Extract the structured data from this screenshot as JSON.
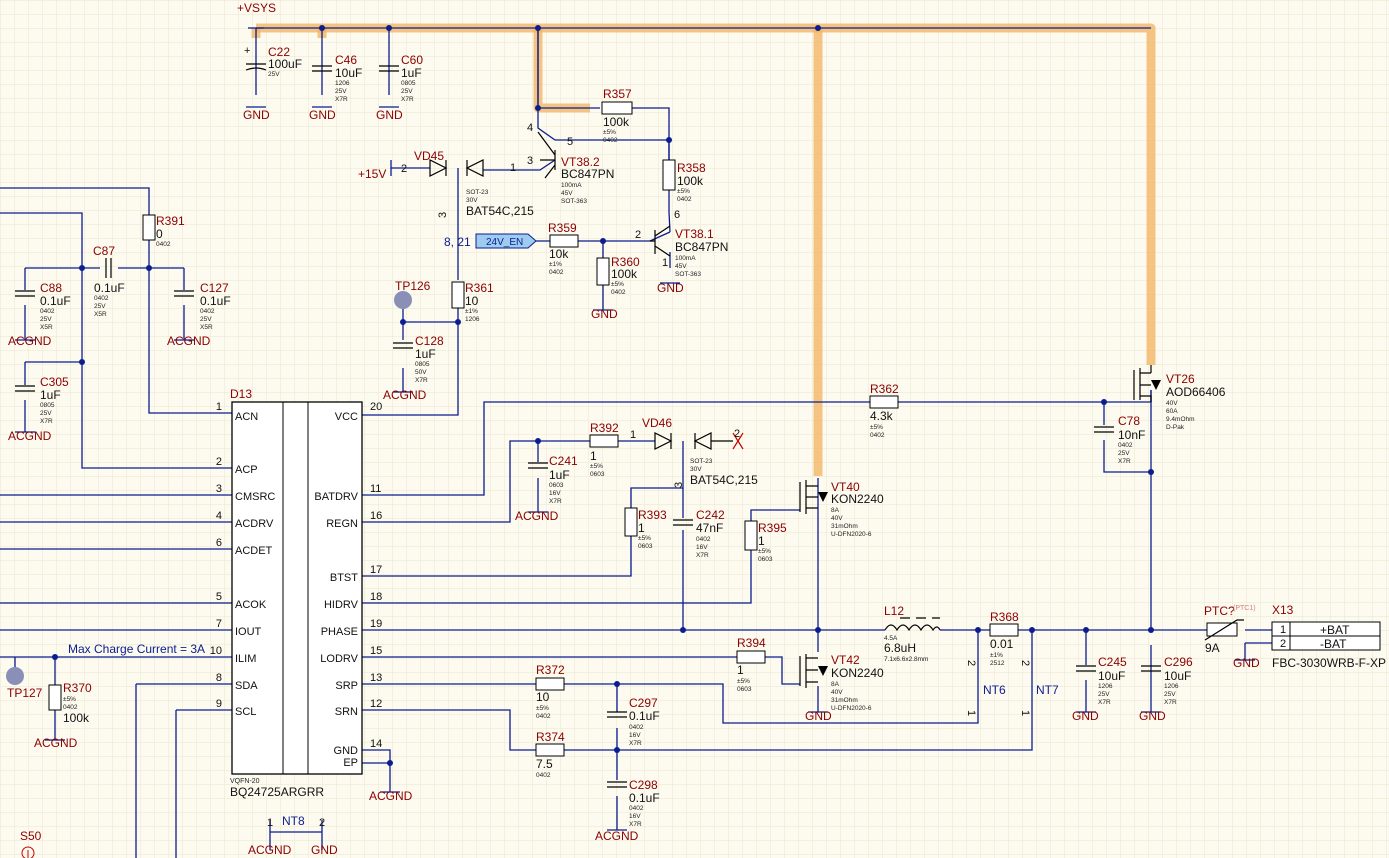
{
  "ic": {
    "designator": "D13",
    "part": "BQ24725ARGRR",
    "package": "VQFN-20",
    "pins_left": [
      {
        "num": "1",
        "name": "ACN"
      },
      {
        "num": "2",
        "name": "ACP"
      },
      {
        "num": "3",
        "name": "CMSRC"
      },
      {
        "num": "4",
        "name": "ACDRV"
      },
      {
        "num": "6",
        "name": "ACDET"
      },
      {
        "num": "5",
        "name": "ACOK"
      },
      {
        "num": "7",
        "name": "IOUT"
      },
      {
        "num": "10",
        "name": "ILIM"
      },
      {
        "num": "8",
        "name": "SDA"
      },
      {
        "num": "9",
        "name": "SCL"
      }
    ],
    "pins_right": [
      {
        "num": "20",
        "name": "VCC"
      },
      {
        "num": "11",
        "name": "BATDRV"
      },
      {
        "num": "16",
        "name": "REGN"
      },
      {
        "num": "17",
        "name": "BTST"
      },
      {
        "num": "18",
        "name": "HIDRV"
      },
      {
        "num": "19",
        "name": "PHASE"
      },
      {
        "num": "15",
        "name": "LODRV"
      },
      {
        "num": "13",
        "name": "SRP"
      },
      {
        "num": "12",
        "name": "SRN"
      },
      {
        "num": "14",
        "name": "GND"
      }
    ],
    "ep_label": "EP"
  },
  "power_labels": {
    "vsys": "+VSYS",
    "v15": "+15V",
    "gnd": "GND",
    "acgnd": "ACGND"
  },
  "net_labels": {
    "en24": "24V_EN",
    "en24_ref": "8, 21",
    "max_charge": "Max Charge Current = 3A",
    "nt6": "NT6",
    "nt7": "NT7",
    "nt8": "NT8"
  },
  "components": {
    "C22": {
      "name": "C22",
      "value": "100uF",
      "specs": [
        "25V"
      ]
    },
    "C46": {
      "name": "C46",
      "value": "10uF",
      "specs": [
        "1206",
        "25V",
        "X7R"
      ]
    },
    "C60": {
      "name": "C60",
      "value": "1uF",
      "specs": [
        "0805",
        "25V",
        "X7R"
      ]
    },
    "R357": {
      "name": "R357",
      "value": "100k",
      "specs": [
        "±5%",
        "0402"
      ]
    },
    "VT38_2": {
      "name": "VT38.2",
      "value": "BC847PN",
      "specs": [
        "100mA",
        "45V",
        "SOT-363"
      ]
    },
    "R358": {
      "name": "R358",
      "value": "100k",
      "specs": [
        "±5%",
        "0402"
      ]
    },
    "VD45": {
      "name": "VD45",
      "value": "BAT54C,215",
      "specs": [
        "SOT-23",
        "30V"
      ]
    },
    "R359": {
      "name": "R359",
      "value": "10k",
      "specs": [
        "±1%",
        "0402"
      ]
    },
    "R360": {
      "name": "R360",
      "value": "100k",
      "specs": [
        "±5%",
        "0402"
      ]
    },
    "VT38_1": {
      "name": "VT38.1",
      "value": "BC847PN",
      "specs": [
        "100mA",
        "45V",
        "SOT-363"
      ]
    },
    "R391": {
      "name": "R391",
      "value": "0",
      "specs": [
        "0402"
      ]
    },
    "C87": {
      "name": "C87",
      "value": "0.1uF",
      "specs": [
        "0402",
        "25V",
        "X5R"
      ]
    },
    "C88": {
      "name": "C88",
      "value": "0.1uF",
      "specs": [
        "0402",
        "25V",
        "X5R"
      ]
    },
    "C127": {
      "name": "C127",
      "value": "0.1uF",
      "specs": [
        "0402",
        "25V",
        "X5R"
      ]
    },
    "C305": {
      "name": "C305",
      "value": "1uF",
      "specs": [
        "0805",
        "25V",
        "X7R"
      ]
    },
    "TP126": {
      "name": "TP126"
    },
    "R361": {
      "name": "R361",
      "value": "10",
      "specs": [
        "±1%",
        "1206"
      ]
    },
    "C128": {
      "name": "C128",
      "value": "1uF",
      "specs": [
        "0805",
        "50V",
        "X7R"
      ]
    },
    "R362": {
      "name": "R362",
      "value": "4.3k",
      "specs": [
        "±5%",
        "0402"
      ]
    },
    "VT26": {
      "name": "VT26",
      "value": "AOD66406",
      "specs": [
        "40V",
        "60A",
        "9.4mOhm",
        "D-Pak"
      ]
    },
    "C78": {
      "name": "C78",
      "value": "10nF",
      "specs": [
        "0402",
        "25V",
        "X7R"
      ]
    },
    "R392": {
      "name": "R392",
      "value": "1",
      "specs": [
        "±5%",
        "0603"
      ]
    },
    "VD46": {
      "name": "VD46",
      "value": "BAT54C,215",
      "specs": [
        "SOT-23",
        "30V"
      ]
    },
    "C241": {
      "name": "C241",
      "value": "1uF",
      "specs": [
        "0603",
        "16V",
        "X7R"
      ]
    },
    "R393": {
      "name": "R393",
      "value": "1",
      "specs": [
        "±5%",
        "0603"
      ]
    },
    "C242": {
      "name": "C242",
      "value": "47nF",
      "specs": [
        "0402",
        "16V",
        "X7R"
      ]
    },
    "R395": {
      "name": "R395",
      "value": "1",
      "specs": [
        "±5%",
        "0603"
      ]
    },
    "VT40": {
      "name": "VT40",
      "value": "KON2240",
      "specs": [
        "8A",
        "40V",
        "31mOhm",
        "U-DFN2020-6"
      ]
    },
    "L12": {
      "name": "L12",
      "value": "6.8uH",
      "specs": [
        "4.5A",
        "7.1x6.6x2.8mm"
      ]
    },
    "R368": {
      "name": "R368",
      "value": "0.01",
      "specs": [
        "±1%",
        "2512"
      ]
    },
    "PTC": {
      "name": "PTC?",
      "ref": "(PTC1)",
      "value": "9A"
    },
    "X13": {
      "name": "X13",
      "value": "FBC-3030WRB-F-XP",
      "pins": [
        {
          "num": "1",
          "name": "+BAT"
        },
        {
          "num": "2",
          "name": "-BAT"
        }
      ]
    },
    "C245": {
      "name": "C245",
      "value": "10uF",
      "specs": [
        "1206",
        "25V",
        "X7R"
      ]
    },
    "C296": {
      "name": "C296",
      "value": "10uF",
      "specs": [
        "1206",
        "25V",
        "X7R"
      ]
    },
    "R394": {
      "name": "R394",
      "value": "1",
      "specs": [
        "±5%",
        "0603"
      ]
    },
    "VT42": {
      "name": "VT42",
      "value": "KON2240",
      "specs": [
        "8A",
        "40V",
        "31mOhm",
        "U-DFN2020-6"
      ]
    },
    "R372": {
      "name": "R372",
      "value": "10",
      "specs": [
        "±5%",
        "0402"
      ]
    },
    "C297": {
      "name": "C297",
      "value": "0.1uF",
      "specs": [
        "0402",
        "16V",
        "X7R"
      ]
    },
    "R374": {
      "name": "R374",
      "value": "7.5",
      "specs": [
        "0402"
      ]
    },
    "C298": {
      "name": "C298",
      "value": "0.1uF",
      "specs": [
        "0402",
        "16V",
        "X7R"
      ]
    },
    "TP127": {
      "name": "TP127"
    },
    "R370": {
      "name": "R370",
      "value": "100k",
      "specs": [
        "±5%",
        "0402"
      ]
    },
    "S50": {
      "name": "S50"
    }
  },
  "colors": {
    "wire": "#0b1d8f",
    "label": "#8b0000",
    "highlight": "#f1b25d",
    "grid": "#ebe6cf",
    "testpoint": "#8a8fb8"
  }
}
